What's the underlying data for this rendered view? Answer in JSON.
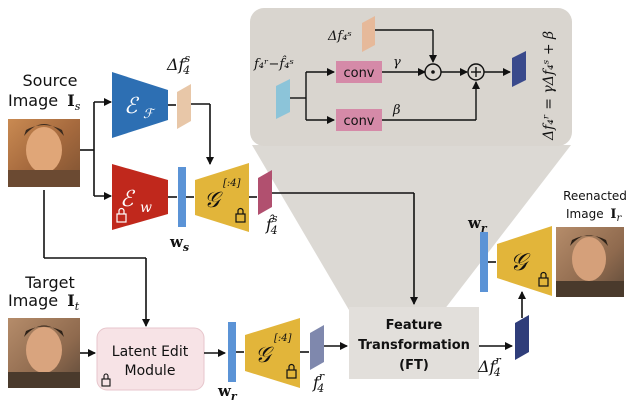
{
  "source": {
    "label_line1": "Source",
    "label_line2": "Image",
    "symbol": "I",
    "subscript": "s"
  },
  "target": {
    "label_line1": "Target",
    "label_line2": "Image",
    "symbol": "I",
    "subscript": "t"
  },
  "reenacted": {
    "label_line1": "Reenacted",
    "label_line2": "Image",
    "symbol": "I",
    "subscript": "r"
  },
  "encoders": {
    "ef_symbol": "ℰ",
    "ef_subscript": "ℱ",
    "ew_symbol": "ℰ",
    "ew_subscript": "w"
  },
  "generator": {
    "symbol": "𝒢",
    "partial_superscript": "[:4]"
  },
  "latents": {
    "ws": "w",
    "ws_sub": "s",
    "wr": "w",
    "wr_sub": "r",
    "wr_top": "w",
    "wr_top_sub": "r"
  },
  "features": {
    "delta_fs": "Δf",
    "delta_fs_sub": "4",
    "delta_fs_sup": "s",
    "fhat_s": "f̂",
    "fhat_s_sub": "4",
    "fhat_s_sup": "s",
    "f_r": "f",
    "f_r_sub": "4",
    "f_r_sup": "r",
    "delta_fr": "Δf",
    "delta_fr_sub": "4",
    "delta_fr_sup": "r"
  },
  "latent_edit": {
    "line1": "Latent Edit",
    "line2": "Module"
  },
  "ft": {
    "line1": "Feature",
    "line2": "Transformation",
    "line3": "(FT)"
  },
  "inset": {
    "input_label": "f₄ʳ−f̂₄ˢ",
    "delta_label": "Δf₄ˢ",
    "conv_label": "conv",
    "gamma": "γ",
    "beta": "β",
    "equation": "Δf₄ʳ = γΔf₄ˢ + β"
  },
  "colors": {
    "encoder_f": "#2d6fb3",
    "encoder_w": "#c0281c",
    "generator": "#e2b53a",
    "latent": "#5b93d6",
    "conv": "#d58aa8",
    "inset_bg": "#dad6d0",
    "ft_bg": "#e2dfdb",
    "latent_edit_bg": "#f7e3e6"
  }
}
